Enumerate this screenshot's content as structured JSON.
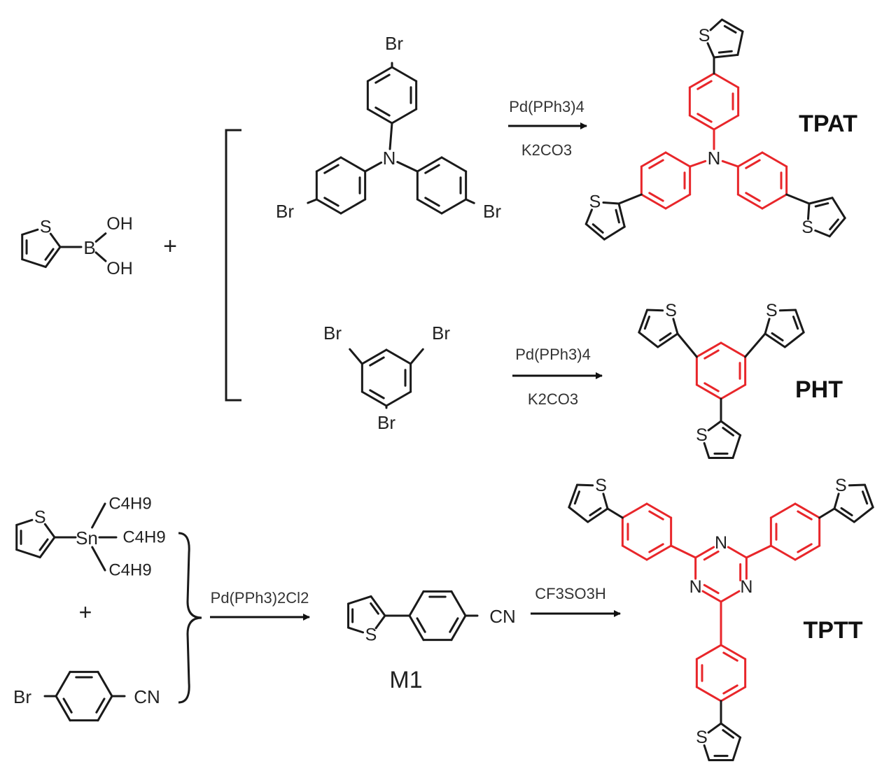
{
  "colors": {
    "bond": "#1a1a1a",
    "core": "#e8262a",
    "text": "#222222"
  },
  "atoms": {
    "S": "S",
    "B": "B",
    "OH": "OH",
    "N": "N",
    "Br": "Br",
    "Sn": "Sn",
    "CN": "CN",
    "C4H9": "C4H9",
    "plus": "+"
  },
  "reactions": {
    "r1_reagent": "Pd(PPh3)4",
    "r1_base": "K2CO3",
    "r2_reagent": "Pd(PPh3)4",
    "r2_base": "K2CO3",
    "r3_reagent": "Pd(PPh3)2Cl2",
    "r4_reagent": "CF3SO3H"
  },
  "products": {
    "tpat": "TPAT",
    "pht": "PHT",
    "m1": "M1",
    "tptt": "TPTT"
  }
}
